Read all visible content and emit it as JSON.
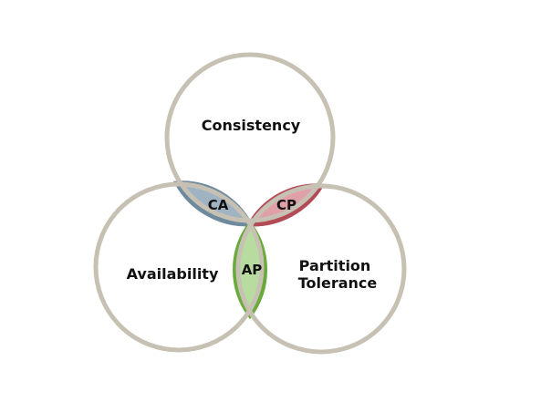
{
  "diagram": {
    "sets": [
      {
        "id": "consistency",
        "lines": [
          "Consistency"
        ]
      },
      {
        "id": "availability",
        "lines": [
          "Availability"
        ]
      },
      {
        "id": "partition",
        "lines": [
          "Partition",
          "Tolerance"
        ]
      }
    ],
    "intersections": [
      {
        "id": "ca",
        "label": "CA",
        "color": "#9fb3c2",
        "stroke": "#6f8a9c"
      },
      {
        "id": "cp",
        "label": "CP",
        "color": "#e0a0a8",
        "stroke": "#b34b57"
      },
      {
        "id": "ap",
        "label": "AP",
        "color": "#b8dca0",
        "stroke": "#6aaa3a"
      }
    ],
    "ring_color": "#c7c1b4"
  }
}
